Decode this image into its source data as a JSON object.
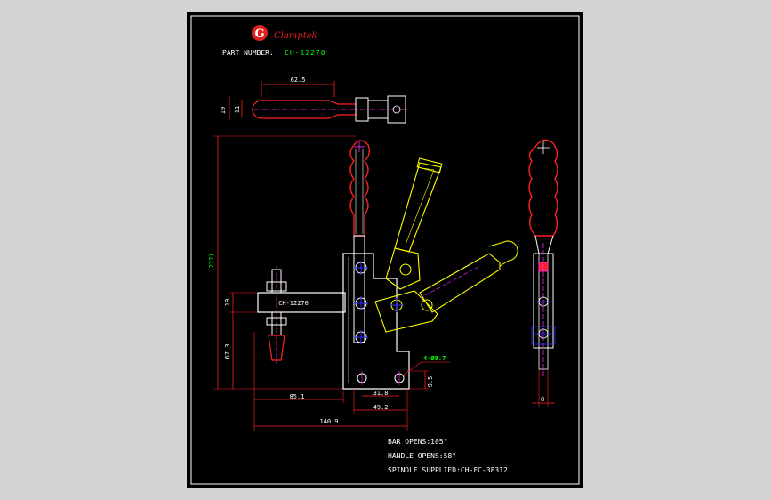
{
  "brand": {
    "name": "Clamptek",
    "logo_letter": "G"
  },
  "part_number": {
    "label": "PART NUMBER:",
    "value": "CH-12270"
  },
  "dimensions": {
    "top_length": "62.5",
    "top_h1": "19",
    "top_h2": "11",
    "total_height": "(227)",
    "arm_h": "19",
    "lower_h": "67.3",
    "base_85": "85.1",
    "base_31": "31.8",
    "base_49": "49.2",
    "base_140": "140.9",
    "right_95": "9.5",
    "side_width": "8",
    "holes": "4-Ø8.7"
  },
  "body_label": "CH-12270",
  "notes": [
    "BAR OPENS:105°",
    "HANDLE OPENS:58°",
    "SPINDLE SUPPLIED:CH-FC-38312"
  ],
  "colors": {
    "outline": "#ffffff",
    "red": "#ff2020",
    "yellow": "#ffff00",
    "green": "#00ff00",
    "blue": "#3030ff",
    "magenta": "#ff30ff",
    "cyan": "#00ffff"
  }
}
